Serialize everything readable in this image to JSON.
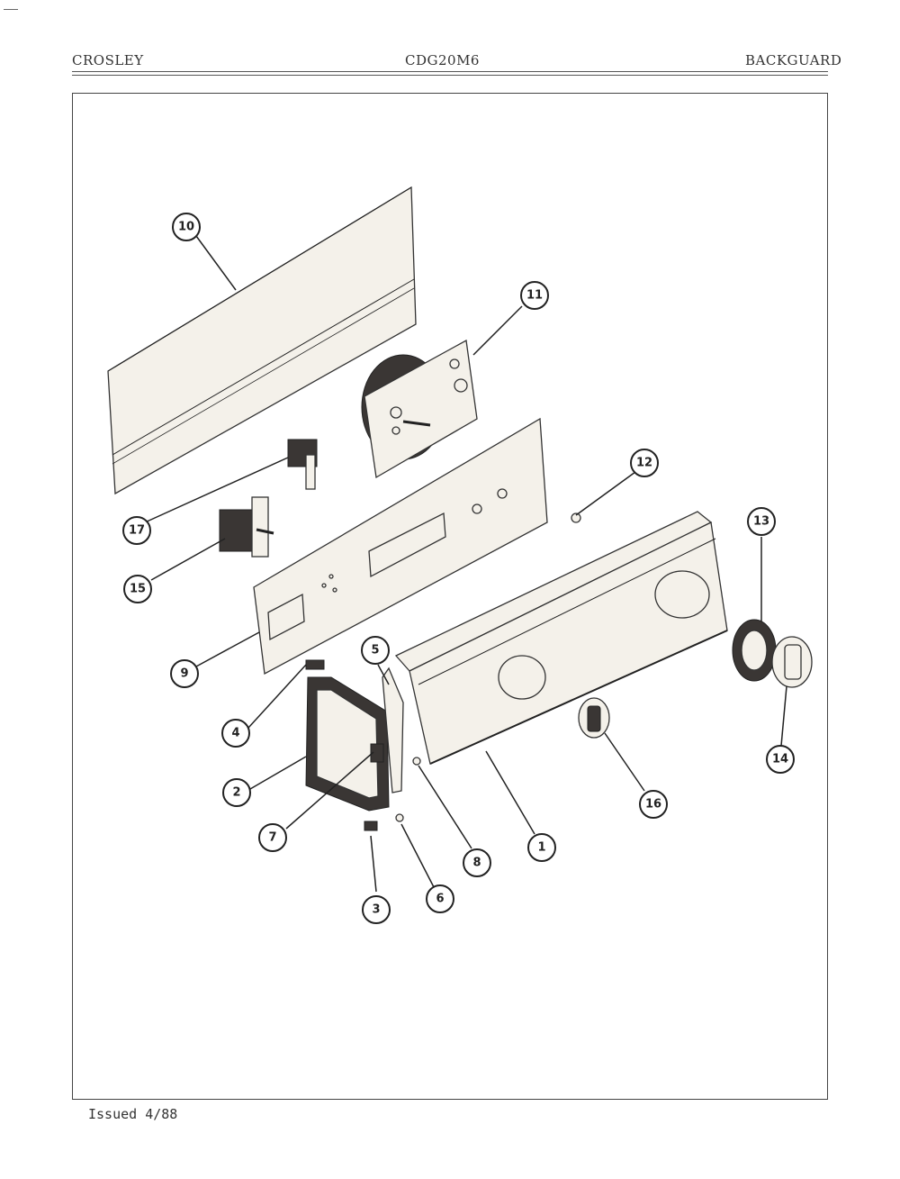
{
  "header": {
    "brand": "CROSLEY",
    "model": "CDG20M6",
    "section": "BACKGUARD"
  },
  "footer": {
    "issued": "Issued 4/88"
  },
  "callouts": [
    {
      "id": "c1",
      "label": "1"
    },
    {
      "id": "c2",
      "label": "2"
    },
    {
      "id": "c3",
      "label": "3"
    },
    {
      "id": "c4",
      "label": "4"
    },
    {
      "id": "c5",
      "label": "5"
    },
    {
      "id": "c6",
      "label": "6"
    },
    {
      "id": "c7",
      "label": "7"
    },
    {
      "id": "c8",
      "label": "8"
    },
    {
      "id": "c9",
      "label": "9"
    },
    {
      "id": "c10",
      "label": "10"
    },
    {
      "id": "c11",
      "label": "11"
    },
    {
      "id": "c12",
      "label": "12"
    },
    {
      "id": "c13",
      "label": "13"
    },
    {
      "id": "c14",
      "label": "14"
    },
    {
      "id": "c15",
      "label": "15"
    },
    {
      "id": "c16",
      "label": "16"
    },
    {
      "id": "c17",
      "label": "17"
    }
  ]
}
